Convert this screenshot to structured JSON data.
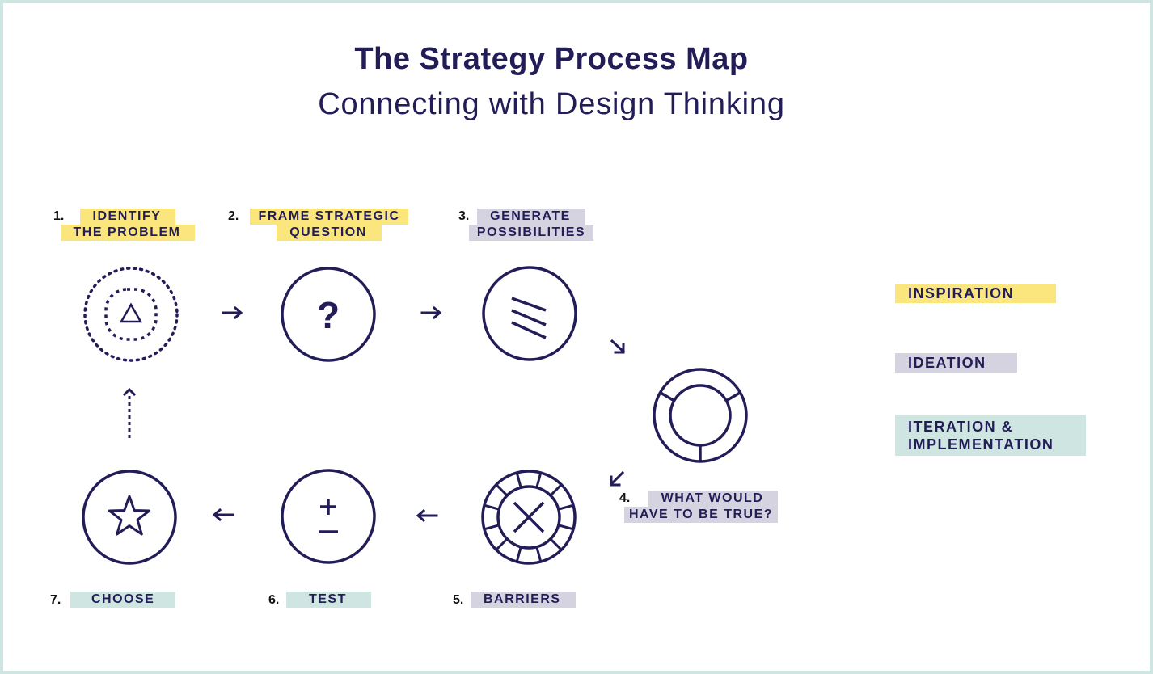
{
  "title": "The Strategy Process Map",
  "subtitle": "Connecting with Design Thinking",
  "steps": [
    {
      "number": "1.",
      "line1": "IDENTIFY",
      "line2": "THE PROBLEM",
      "phase": "inspiration"
    },
    {
      "number": "2.",
      "line1": "FRAME STRATEGIC",
      "line2": "QUESTION",
      "phase": "inspiration"
    },
    {
      "number": "3.",
      "line1": "GENERATE",
      "line2": "POSSIBILITIES",
      "phase": "ideation"
    },
    {
      "number": "4.",
      "line1": "WHAT WOULD",
      "line2": "HAVE TO BE TRUE?",
      "phase": "ideation"
    },
    {
      "number": "5.",
      "line1": "BARRIERS",
      "phase": "ideation"
    },
    {
      "number": "6.",
      "line1": "TEST",
      "phase": "iteration"
    },
    {
      "number": "7.",
      "line1": "CHOOSE",
      "phase": "iteration"
    }
  ],
  "icons": {
    "step1": "dotted-rings-triangle-icon",
    "step2": "question-mark-icon",
    "step3": "diagonal-lines-icon",
    "step4": "segmented-ring-icon",
    "step5": "x-ring-icon",
    "step6": "plus-minus-icon",
    "step7": "star-icon",
    "arrows": [
      "arrow-right-icon",
      "arrow-down-right-icon",
      "arrow-down-left-icon",
      "arrow-left-icon",
      "arrow-up-dotted-icon"
    ]
  },
  "legend": {
    "inspiration": "INSPIRATION",
    "ideation": "IDEATION",
    "iteration_line1": "ITERATION &",
    "iteration_line2": "IMPLEMENTATION"
  },
  "colors": {
    "navy": "#221d57",
    "inspiration": "#fbe67e",
    "ideation": "#d5d3e0",
    "iteration": "#cfe5e2",
    "border": "#cfe5e2"
  }
}
